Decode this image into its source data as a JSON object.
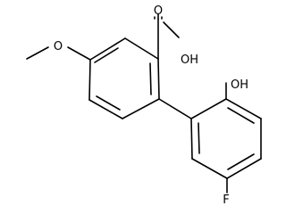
{
  "molecule": {
    "atom_labels": {
      "carbonyl_oxygen": "O",
      "acid_hydroxyl": "OH",
      "methoxy_oxygen": "O",
      "phenol_hydroxyl": "OH",
      "fluorine": "F"
    },
    "colors": {
      "bond": "#000000",
      "label": "#000000",
      "background": "#ffffff"
    }
  }
}
